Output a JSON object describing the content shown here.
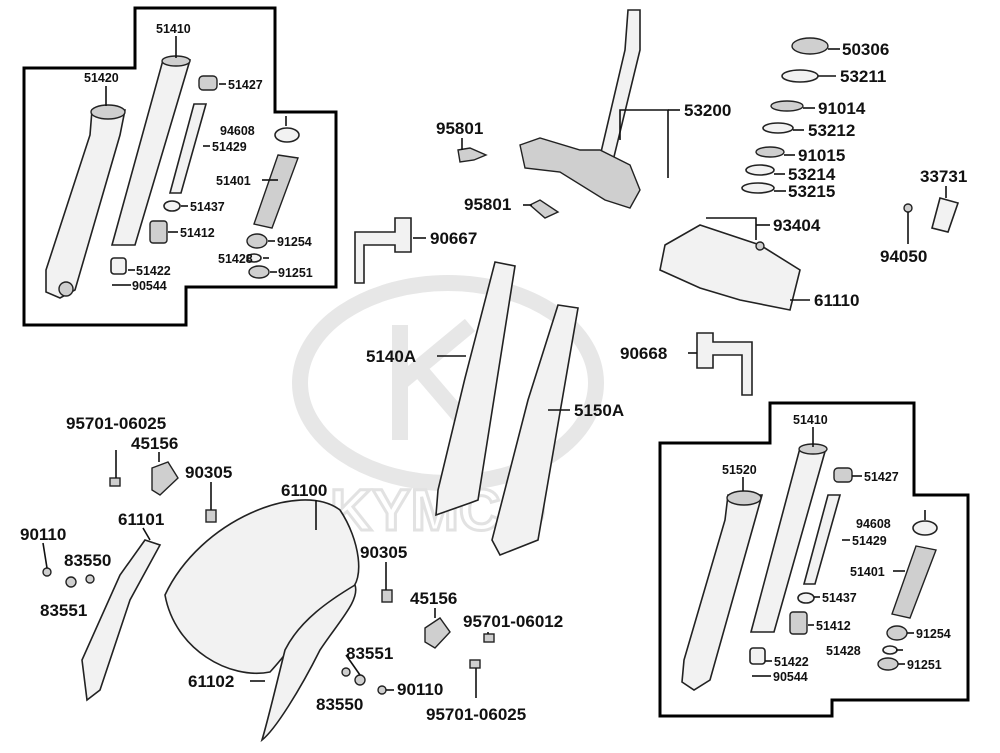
{
  "watermark": {
    "brand": "KYMCO"
  },
  "labels": {
    "l51410a": "51410",
    "l51420": "51420",
    "l51427a": "51427",
    "l94608a": "94608",
    "l51429a": "51429",
    "l51401a": "51401",
    "l51437a": "51437",
    "l51412a": "51412",
    "l91254a": "91254",
    "l51428a": "51428",
    "l91251a": "91251",
    "l51422a": "51422",
    "l90544a": "90544",
    "l95801a": "95801",
    "l95801b": "95801",
    "l53200": "53200",
    "l90667": "90667",
    "l50306": "50306",
    "l53211": "53211",
    "l91014": "91014",
    "l53212": "53212",
    "l91015": "91015",
    "l53214": "53214",
    "l53215": "53215",
    "l33731": "33731",
    "l93404": "93404",
    "l94050": "94050",
    "l61110": "61110",
    "l90668": "90668",
    "l5140A": "5140A",
    "l5150A": "5150A",
    "l9570106025a": "95701-06025",
    "l45156a": "45156",
    "l90305a": "90305",
    "l61100": "61100",
    "l90110a": "90110",
    "l61101": "61101",
    "l83550a": "83550",
    "l83551a": "83551",
    "l90305b": "90305",
    "l45156b": "45156",
    "l9570106012": "95701-06012",
    "l83551b": "83551",
    "l61102": "61102",
    "l90110b": "90110",
    "l83550b": "83550",
    "l9570106025b": "95701-06025",
    "l51410b": "51410",
    "l51520": "51520",
    "l51427b": "51427",
    "l94608b": "94608",
    "l51429b": "51429",
    "l51401b": "51401",
    "l51437b": "51437",
    "l51412b": "51412",
    "l91254b": "91254",
    "l51428b": "51428",
    "l91251b": "91251",
    "l51422b": "51422",
    "l90544b": "90544"
  }
}
